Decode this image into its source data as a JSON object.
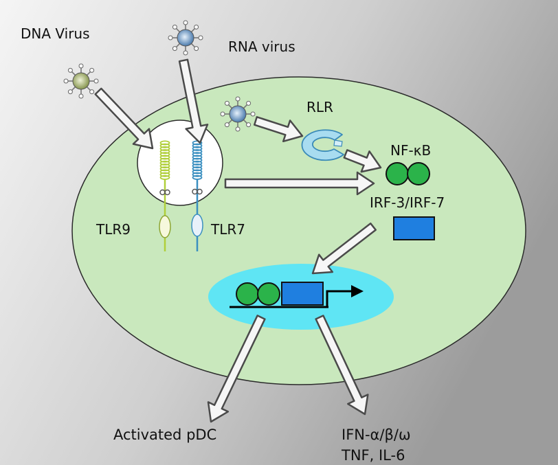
{
  "labels": {
    "dna_virus": "DNA Virus",
    "rna_virus": "RNA virus",
    "rlr": "RLR",
    "nfkb": "NF-κB",
    "irf": "IRF-3/IRF-7",
    "tlr9": "TLR9",
    "tlr7": "TLR7",
    "activated_pdc": "Activated pDC",
    "ifn": "IFN-α/β/ω",
    "cytokines": "TNF, IL-6"
  },
  "colors": {
    "cell": "#c9e8bd",
    "endosome": "#ffffff",
    "nucleus": "#5fe5f4",
    "nfkb": "#2bb34a",
    "irf": "#1f7fe0",
    "tlr9": "#b0cf3a",
    "tlr7": "#3a8fc0",
    "rlr": "#a8dcf0"
  }
}
